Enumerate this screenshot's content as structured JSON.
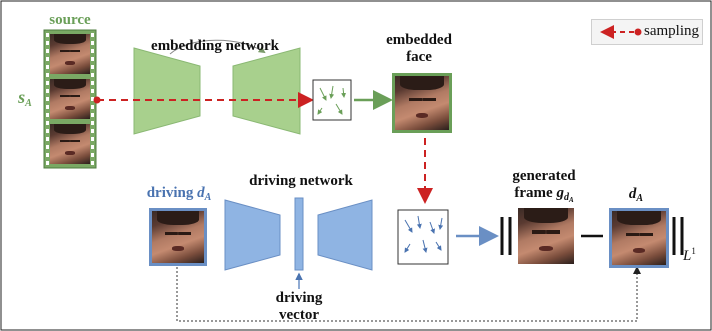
{
  "labels": {
    "source": "source",
    "s_A_main": "s",
    "s_A_sub": "A",
    "embedding_network": "embedding network",
    "embedded_face_line1": "embedded",
    "embedded_face_line2": "face",
    "driving_label": "driving",
    "d_A_main": "d",
    "d_A_sub": "A",
    "driving_network": "driving network",
    "driving_vector_line1": "driving",
    "driving_vector_line2": "vector",
    "generated_frame_line1": "generated",
    "generated_frame_line2": "frame",
    "g_main": "g",
    "g_sub": "d",
    "g_subsub": "A",
    "target_main": "d",
    "target_sub": "A",
    "loss_L": "L",
    "loss_sup": "1"
  },
  "legend": {
    "text": "sampling"
  },
  "colors": {
    "green": "#6a9f58",
    "green_fill": "#a8d08d",
    "blue": "#6a8fc4",
    "blue_fill": "#8fb4e3",
    "sampling_red": "#cc2222"
  }
}
